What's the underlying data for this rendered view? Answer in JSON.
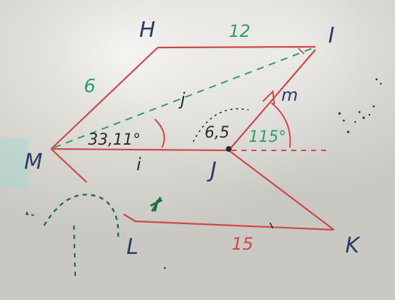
{
  "labels": {
    "H": "H",
    "I": "I",
    "M": "M",
    "J": "J",
    "L": "L",
    "K": "K",
    "side_hi": "12",
    "side_hm": "6",
    "j": "j",
    "m": "m",
    "i": "i",
    "angle_m": "33,11°",
    "len_65": "6,5",
    "angle_j": "115°",
    "side_lk": "15"
  },
  "colors": {
    "board": "#d9d8d2",
    "red": "#d1454a",
    "green": "#2f9c66",
    "dark_green": "#1f6e3d",
    "navy": "#2b3a67",
    "black": "#2a2a2a"
  }
}
